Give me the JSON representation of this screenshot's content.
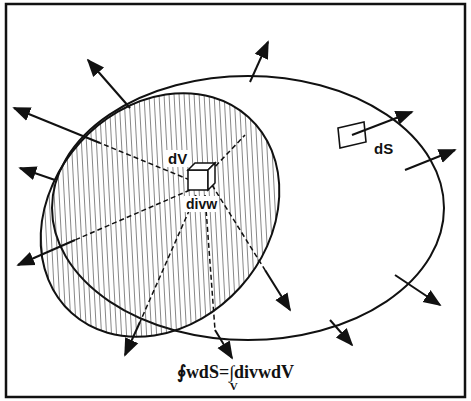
{
  "diagram": {
    "labels": [
      "dV",
      "divw",
      "dS",
      "∮wdS=∫divwdV",
      "V"
    ]
  }
}
